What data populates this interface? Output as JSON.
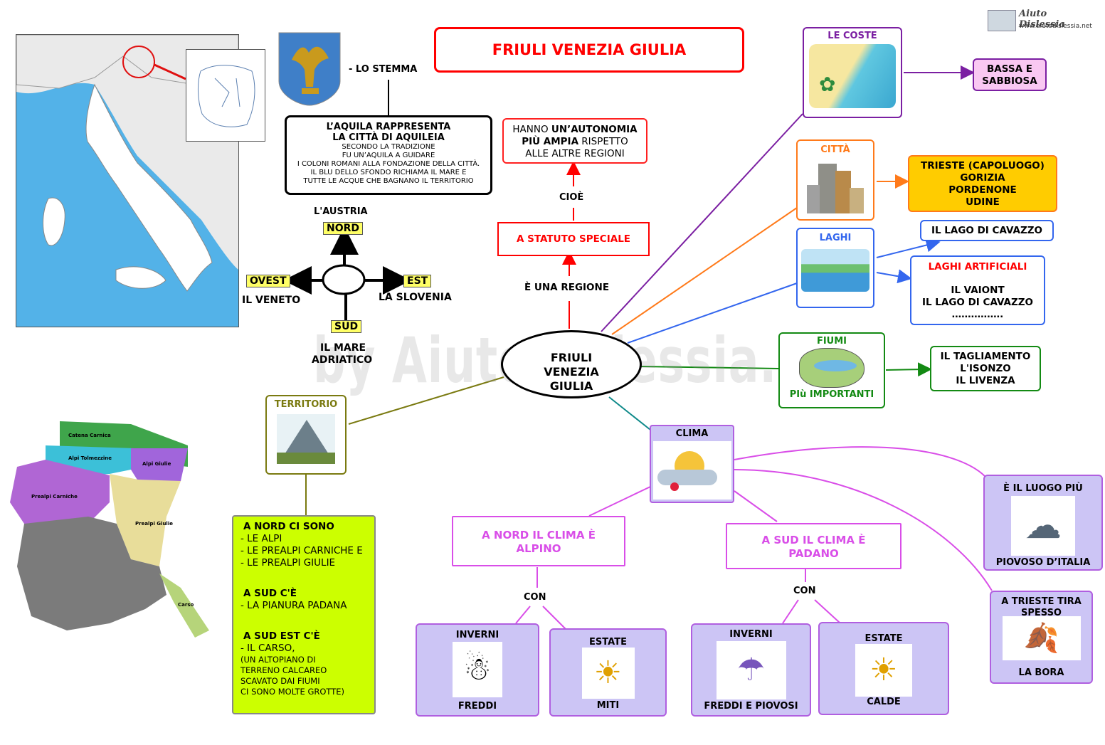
{
  "title": "FRIULI VENEZIA GIULIA",
  "center": "FRIULI VENEZIA GIULIA",
  "logo": {
    "brand": "Aiuto Dislessia",
    "url": "www.aiutodislessia.net"
  },
  "watermark": "by AiutoDislessia.net",
  "stemma": {
    "label": "- LO STEMMA",
    "heading": [
      "L’AQUILA RAPPRESENTA",
      "LA CITTÀ DI AQUILEIA"
    ],
    "text": [
      "SECONDO LA TRADIZIONE",
      "FU UN’AQUILA A GUIDARE",
      "I COLONI ROMANI  ALLA FONDAZIONE DELLA CITTÀ.",
      "IL BLU DELLO SFONDO RICHIAMA IL MARE E",
      "TUTTE LE ACQUE CHE BAGNANO IL TERRITORIO"
    ]
  },
  "compass": {
    "north_label": "L'AUSTRIA",
    "north": "NORD",
    "west": "OVEST",
    "west_label": "IL VENETO",
    "east": "EST",
    "east_label": "LA SLOVENIA",
    "south": "SUD",
    "south_label": [
      "IL MARE",
      "ADRIATICO"
    ]
  },
  "statuto": {
    "connector1": "È UNA REGIONE",
    "box": "A STATUTO   SPECIALE",
    "connector2": "CIOÈ",
    "autonomia": {
      "pre": "HANNO ",
      "b1": "UN’AUTONOMIA",
      "b2": "PIÙ AMPIA",
      "post": " RISPETTO",
      "line3": "ALLE ALTRE REGIONI"
    }
  },
  "coste": {
    "title": "LE COSTE",
    "result": [
      "BASSA E",
      "SABBIOSA"
    ]
  },
  "citta": {
    "title": "CITTÀ",
    "list": [
      "TRIESTE (CAPOLUOGO)",
      "GORIZIA",
      "PORDENONE",
      "UDINE"
    ]
  },
  "laghi": {
    "title": "LAGHI",
    "lago1": "IL LAGO DI CAVAZZO",
    "artificiali_title": "LAGHI ARTIFICIALI",
    "artificiali": [
      "IL VAIONT",
      "IL LAGO DI CAVAZZO",
      "……………."
    ]
  },
  "fiumi": {
    "title": "FIUMI",
    "subtitle": "PIù IMPORTANTI",
    "list": [
      "IL TAGLIAMENTO",
      "L'ISONZO",
      "IL LIVENZA"
    ]
  },
  "territorio": {
    "title": "TERRITORIO",
    "nord_head": "A NORD CI SONO",
    "nord": [
      "- LE ALPI",
      "- LE PREALPI CARNICHE E",
      "- LE PREALPI GIULIE"
    ],
    "sud_head": "A SUD C'È",
    "sud": [
      "- LA PIANURA PADANA"
    ],
    "sudest_head": "A SUD EST C'È",
    "sudest": [
      "- IL CARSO,"
    ],
    "sudest_note": [
      "(UN ALTOPIANO DI",
      "TERRENO CALCAREO",
      "SCAVATO DAI FIUMI",
      "CI SONO MOLTE GROTTE)"
    ]
  },
  "map_labels": [
    "Catena Carnica",
    "Alpi Tolmezzine",
    "Alpi Giulie",
    "Prealpi Carniche",
    "Prealpi Giulie",
    "Carso"
  ],
  "clima": {
    "title": "CLIMA",
    "nord": [
      "A NORD IL CLIMA È",
      "ALPINO"
    ],
    "sud": [
      "A SUD IL CLIMA È",
      "PADANO"
    ],
    "con": "CON",
    "nord_inverni": [
      "INVERNI",
      "FREDDI"
    ],
    "nord_estate": [
      "ESTATE",
      "MITI"
    ],
    "sud_inverni": [
      "INVERNI",
      "FREDDI E PIOVOSI"
    ],
    "sud_estate": [
      "ESTATE",
      "CALDE"
    ],
    "piovoso": [
      "È IL LUOGO PIÙ",
      "PIOVOSO D’ITALIA"
    ],
    "bora": [
      "A TRIESTE TIRA",
      "SPESSO",
      "LA BORA"
    ]
  },
  "colors": {
    "red": "#ff0000",
    "purple": "#7b1fa2",
    "orange": "#ff7a1a",
    "blue": "#3366ee",
    "green": "#138a13",
    "olive": "#7a7a10",
    "teal": "#0f8a8a",
    "magenta": "#d94ee8",
    "lime": "#ccff00",
    "gold": "#ffcc00",
    "lavender": "#ccc5f5"
  }
}
